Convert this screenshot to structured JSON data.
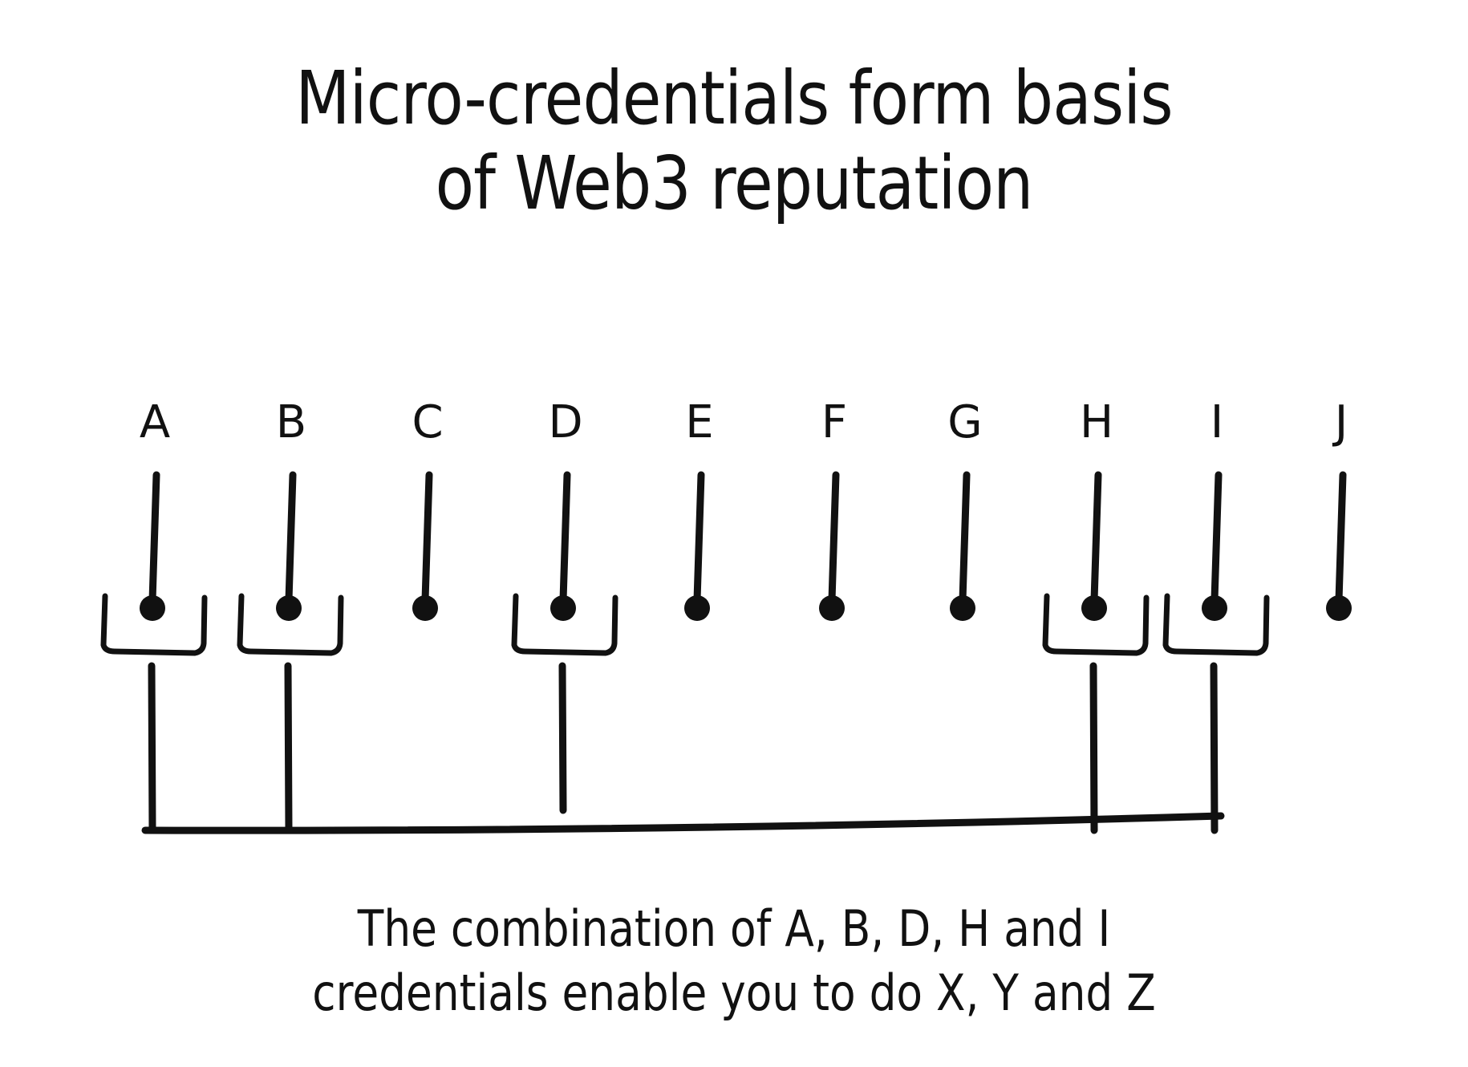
{
  "title": {
    "line1": "Micro-credentials form basis",
    "line2": "of Web3 reputation"
  },
  "credentials": [
    {
      "label": "A",
      "selected": true
    },
    {
      "label": "B",
      "selected": true
    },
    {
      "label": "C",
      "selected": false
    },
    {
      "label": "D",
      "selected": true
    },
    {
      "label": "E",
      "selected": false
    },
    {
      "label": "F",
      "selected": false
    },
    {
      "label": "G",
      "selected": false
    },
    {
      "label": "H",
      "selected": true
    },
    {
      "label": "I",
      "selected": true
    },
    {
      "label": "J",
      "selected": false
    }
  ],
  "caption": {
    "line1": "The combination of A, B, D, H and I",
    "line2": "credentials enable you to do X, Y and Z"
  }
}
